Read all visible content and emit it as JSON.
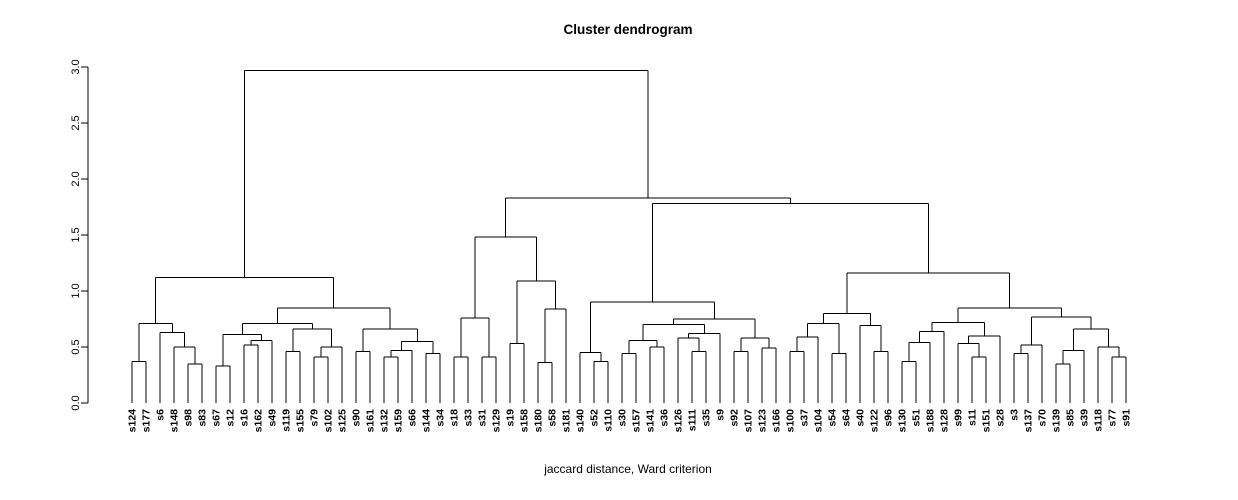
{
  "title": "Cluster dendrogram",
  "xlabel": "jaccard distance, Ward criterion",
  "colors": {
    "cyan": "#00ffff",
    "red": "#ff0000",
    "line": "#000000"
  },
  "y_axis": {
    "ticks": [
      "0.0",
      "0.5",
      "1.0",
      "1.5",
      "2.0",
      "2.5",
      "3.0"
    ],
    "values": [
      0,
      0.5,
      1.0,
      1.5,
      2.0,
      2.5,
      3.0
    ]
  },
  "chart_data": {
    "type": "dendrogram",
    "title": "Cluster dendrogram",
    "xlabel": "jaccard distance, Ward criterion",
    "ylim": [
      0,
      3.0
    ],
    "root_height": 2.97,
    "leaves": [
      {
        "label": "s124",
        "color": "cyan"
      },
      {
        "label": "s177",
        "color": "cyan"
      },
      {
        "label": "s6",
        "color": "red"
      },
      {
        "label": "s148",
        "color": "cyan"
      },
      {
        "label": "s98",
        "color": "red"
      },
      {
        "label": "s83",
        "color": "red"
      },
      {
        "label": "s67",
        "color": "cyan"
      },
      {
        "label": "s12",
        "color": "cyan"
      },
      {
        "label": "s16",
        "color": "red"
      },
      {
        "label": "s162",
        "color": "red"
      },
      {
        "label": "s49",
        "color": "cyan"
      },
      {
        "label": "s119",
        "color": "red"
      },
      {
        "label": "s155",
        "color": "red"
      },
      {
        "label": "s79",
        "color": "red"
      },
      {
        "label": "s102",
        "color": "red"
      },
      {
        "label": "s125",
        "color": "cyan"
      },
      {
        "label": "s90",
        "color": "red"
      },
      {
        "label": "s161",
        "color": "red"
      },
      {
        "label": "s132",
        "color": "red"
      },
      {
        "label": "s159",
        "color": "cyan"
      },
      {
        "label": "s66",
        "color": "red"
      },
      {
        "label": "s144",
        "color": "red"
      },
      {
        "label": "s34",
        "color": "red"
      },
      {
        "label": "s18",
        "color": "red"
      },
      {
        "label": "s33",
        "color": "red"
      },
      {
        "label": "s31",
        "color": "red"
      },
      {
        "label": "s129",
        "color": "red"
      },
      {
        "label": "s19",
        "color": "red"
      },
      {
        "label": "s158",
        "color": "cyan"
      },
      {
        "label": "s180",
        "color": "red"
      },
      {
        "label": "s58",
        "color": "red"
      },
      {
        "label": "s181",
        "color": "red"
      },
      {
        "label": "s140",
        "color": "cyan"
      },
      {
        "label": "s52",
        "color": "cyan"
      },
      {
        "label": "s110",
        "color": "cyan"
      },
      {
        "label": "s30",
        "color": "cyan"
      },
      {
        "label": "s157",
        "color": "cyan"
      },
      {
        "label": "s141",
        "color": "cyan"
      },
      {
        "label": "s36",
        "color": "cyan"
      },
      {
        "label": "s126",
        "color": "red"
      },
      {
        "label": "s111",
        "color": "cyan"
      },
      {
        "label": "s35",
        "color": "red"
      },
      {
        "label": "s9",
        "color": "cyan"
      },
      {
        "label": "s92",
        "color": "red"
      },
      {
        "label": "s107",
        "color": "cyan"
      },
      {
        "label": "s123",
        "color": "cyan"
      },
      {
        "label": "s166",
        "color": "red"
      },
      {
        "label": "s100",
        "color": "red"
      },
      {
        "label": "s37",
        "color": "red"
      },
      {
        "label": "s104",
        "color": "cyan"
      },
      {
        "label": "s54",
        "color": "cyan"
      },
      {
        "label": "s64",
        "color": "cyan"
      },
      {
        "label": "s40",
        "color": "cyan"
      },
      {
        "label": "s122",
        "color": "cyan"
      },
      {
        "label": "s96",
        "color": "red"
      },
      {
        "label": "s130",
        "color": "cyan"
      },
      {
        "label": "s51",
        "color": "red"
      },
      {
        "label": "s188",
        "color": "cyan"
      },
      {
        "label": "s128",
        "color": "cyan"
      },
      {
        "label": "s99",
        "color": "red"
      },
      {
        "label": "s11",
        "color": "red"
      },
      {
        "label": "s151",
        "color": "red"
      },
      {
        "label": "s28",
        "color": "red"
      },
      {
        "label": "s3",
        "color": "cyan"
      },
      {
        "label": "s137",
        "color": "cyan"
      },
      {
        "label": "s70",
        "color": "cyan"
      },
      {
        "label": "s139",
        "color": "cyan"
      },
      {
        "label": "s85",
        "color": "cyan"
      },
      {
        "label": "s39",
        "color": "red"
      },
      {
        "label": "s118",
        "color": "cyan"
      },
      {
        "label": "s77",
        "color": "red"
      },
      {
        "label": "s91",
        "color": "cyan"
      }
    ],
    "tree": {
      "h": 2.97,
      "c": [
        {
          "h": 1.12,
          "c": [
            {
              "h": 0.71,
              "c": [
                {
                  "h": 0.37,
                  "c": [
                    "s124",
                    "s177"
                  ]
                },
                {
                  "h": 0.63,
                  "c": [
                    "s6",
                    {
                      "h": 0.5,
                      "c": [
                        "s148",
                        {
                          "h": 0.35,
                          "c": [
                            "s98",
                            "s83"
                          ]
                        }
                      ]
                    }
                  ]
                }
              ]
            },
            {
              "h": 0.85,
              "c": [
                {
                  "h": 0.71,
                  "c": [
                    {
                      "h": 0.61,
                      "c": [
                        {
                          "h": 0.33,
                          "c": [
                            "s67",
                            "s12"
                          ]
                        },
                        {
                          "h": 0.56,
                          "c": [
                            {
                              "h": 0.52,
                              "c": [
                                "s16",
                                "s162"
                              ]
                            },
                            "s49"
                          ]
                        }
                      ]
                    },
                    {
                      "h": 0.66,
                      "c": [
                        {
                          "h": 0.46,
                          "c": [
                            "s119",
                            "s155"
                          ]
                        },
                        {
                          "h": 0.5,
                          "c": [
                            {
                              "h": 0.41,
                              "c": [
                                "s79",
                                "s102"
                              ]
                            },
                            "s125"
                          ]
                        }
                      ]
                    }
                  ]
                },
                {
                  "h": 0.66,
                  "c": [
                    {
                      "h": 0.46,
                      "c": [
                        "s90",
                        "s161"
                      ]
                    },
                    {
                      "h": 0.55,
                      "c": [
                        {
                          "h": 0.47,
                          "c": [
                            {
                              "h": 0.41,
                              "c": [
                                "s132",
                                "s159"
                              ]
                            },
                            "s66"
                          ]
                        },
                        {
                          "h": 0.44,
                          "c": [
                            "s144",
                            "s34"
                          ]
                        }
                      ]
                    }
                  ]
                }
              ]
            }
          ]
        },
        {
          "h": 1.83,
          "c": [
            {
              "h": 1.48,
              "c": [
                {
                  "h": 0.76,
                  "c": [
                    {
                      "h": 0.41,
                      "c": [
                        "s18",
                        "s33"
                      ]
                    },
                    {
                      "h": 0.41,
                      "c": [
                        "s31",
                        "s129"
                      ]
                    }
                  ]
                },
                {
                  "h": 1.09,
                  "c": [
                    {
                      "h": 0.53,
                      "c": [
                        "s19",
                        "s158"
                      ]
                    },
                    {
                      "h": 0.84,
                      "c": [
                        {
                          "h": 0.36,
                          "c": [
                            "s180",
                            "s58"
                          ]
                        },
                        "s181"
                      ]
                    }
                  ]
                }
              ]
            },
            {
              "h": 1.78,
              "c": [
                {
                  "h": 0.9,
                  "c": [
                    {
                      "h": 0.45,
                      "c": [
                        "s140",
                        {
                          "h": 0.37,
                          "c": [
                            "s52",
                            "s110"
                          ]
                        }
                      ]
                    },
                    {
                      "h": 0.75,
                      "c": [
                        {
                          "h": 0.7,
                          "c": [
                            {
                              "h": 0.56,
                              "c": [
                                {
                                  "h": 0.44,
                                  "c": [
                                    "s30",
                                    "s157"
                                  ]
                                },
                                {
                                  "h": 0.5,
                                  "c": [
                                    "s141",
                                    "s36"
                                  ]
                                }
                              ]
                            },
                            {
                              "h": 0.62,
                              "c": [
                                {
                                  "h": 0.58,
                                  "c": [
                                    "s126",
                                    {
                                      "h": 0.46,
                                      "c": [
                                        "s111",
                                        "s35"
                                      ]
                                    }
                                  ]
                                },
                                "s9"
                              ]
                            }
                          ]
                        },
                        {
                          "h": 0.58,
                          "c": [
                            {
                              "h": 0.46,
                              "c": [
                                "s92",
                                "s107"
                              ]
                            },
                            {
                              "h": 0.49,
                              "c": [
                                "s123",
                                "s166"
                              ]
                            }
                          ]
                        }
                      ]
                    }
                  ]
                },
                {
                  "h": 1.16,
                  "c": [
                    {
                      "h": 0.8,
                      "c": [
                        {
                          "h": 0.71,
                          "c": [
                            {
                              "h": 0.59,
                              "c": [
                                {
                                  "h": 0.46,
                                  "c": [
                                    "s100",
                                    "s37"
                                  ]
                                },
                                "s104"
                              ]
                            },
                            {
                              "h": 0.44,
                              "c": [
                                "s54",
                                "s64"
                              ]
                            }
                          ]
                        },
                        {
                          "h": 0.69,
                          "c": [
                            "s40",
                            {
                              "h": 0.46,
                              "c": [
                                "s122",
                                "s96"
                              ]
                            }
                          ]
                        }
                      ]
                    },
                    {
                      "h": 0.85,
                      "c": [
                        {
                          "h": 0.72,
                          "c": [
                            {
                              "h": 0.64,
                              "c": [
                                {
                                  "h": 0.54,
                                  "c": [
                                    {
                                      "h": 0.37,
                                      "c": [
                                        "s130",
                                        "s51"
                                      ]
                                    },
                                    "s188"
                                  ]
                                },
                                "s128"
                              ]
                            },
                            {
                              "h": 0.6,
                              "c": [
                                {
                                  "h": 0.53,
                                  "c": [
                                    "s99",
                                    {
                                      "h": 0.41,
                                      "c": [
                                        "s11",
                                        "s151"
                                      ]
                                    }
                                  ]
                                },
                                "s28"
                              ]
                            }
                          ]
                        },
                        {
                          "h": 0.77,
                          "c": [
                            {
                              "h": 0.52,
                              "c": [
                                {
                                  "h": 0.44,
                                  "c": [
                                    "s3",
                                    "s137"
                                  ]
                                },
                                "s70"
                              ]
                            },
                            {
                              "h": 0.66,
                              "c": [
                                {
                                  "h": 0.47,
                                  "c": [
                                    {
                                      "h": 0.35,
                                      "c": [
                                        "s139",
                                        "s85"
                                      ]
                                    },
                                    "s39"
                                  ]
                                },
                                {
                                  "h": 0.5,
                                  "c": [
                                    "s118",
                                    {
                                      "h": 0.41,
                                      "c": [
                                        "s77",
                                        "s91"
                                      ]
                                    }
                                  ]
                                }
                              ]
                            }
                          ]
                        }
                      ]
                    }
                  ]
                }
              ]
            }
          ]
        }
      ]
    }
  }
}
